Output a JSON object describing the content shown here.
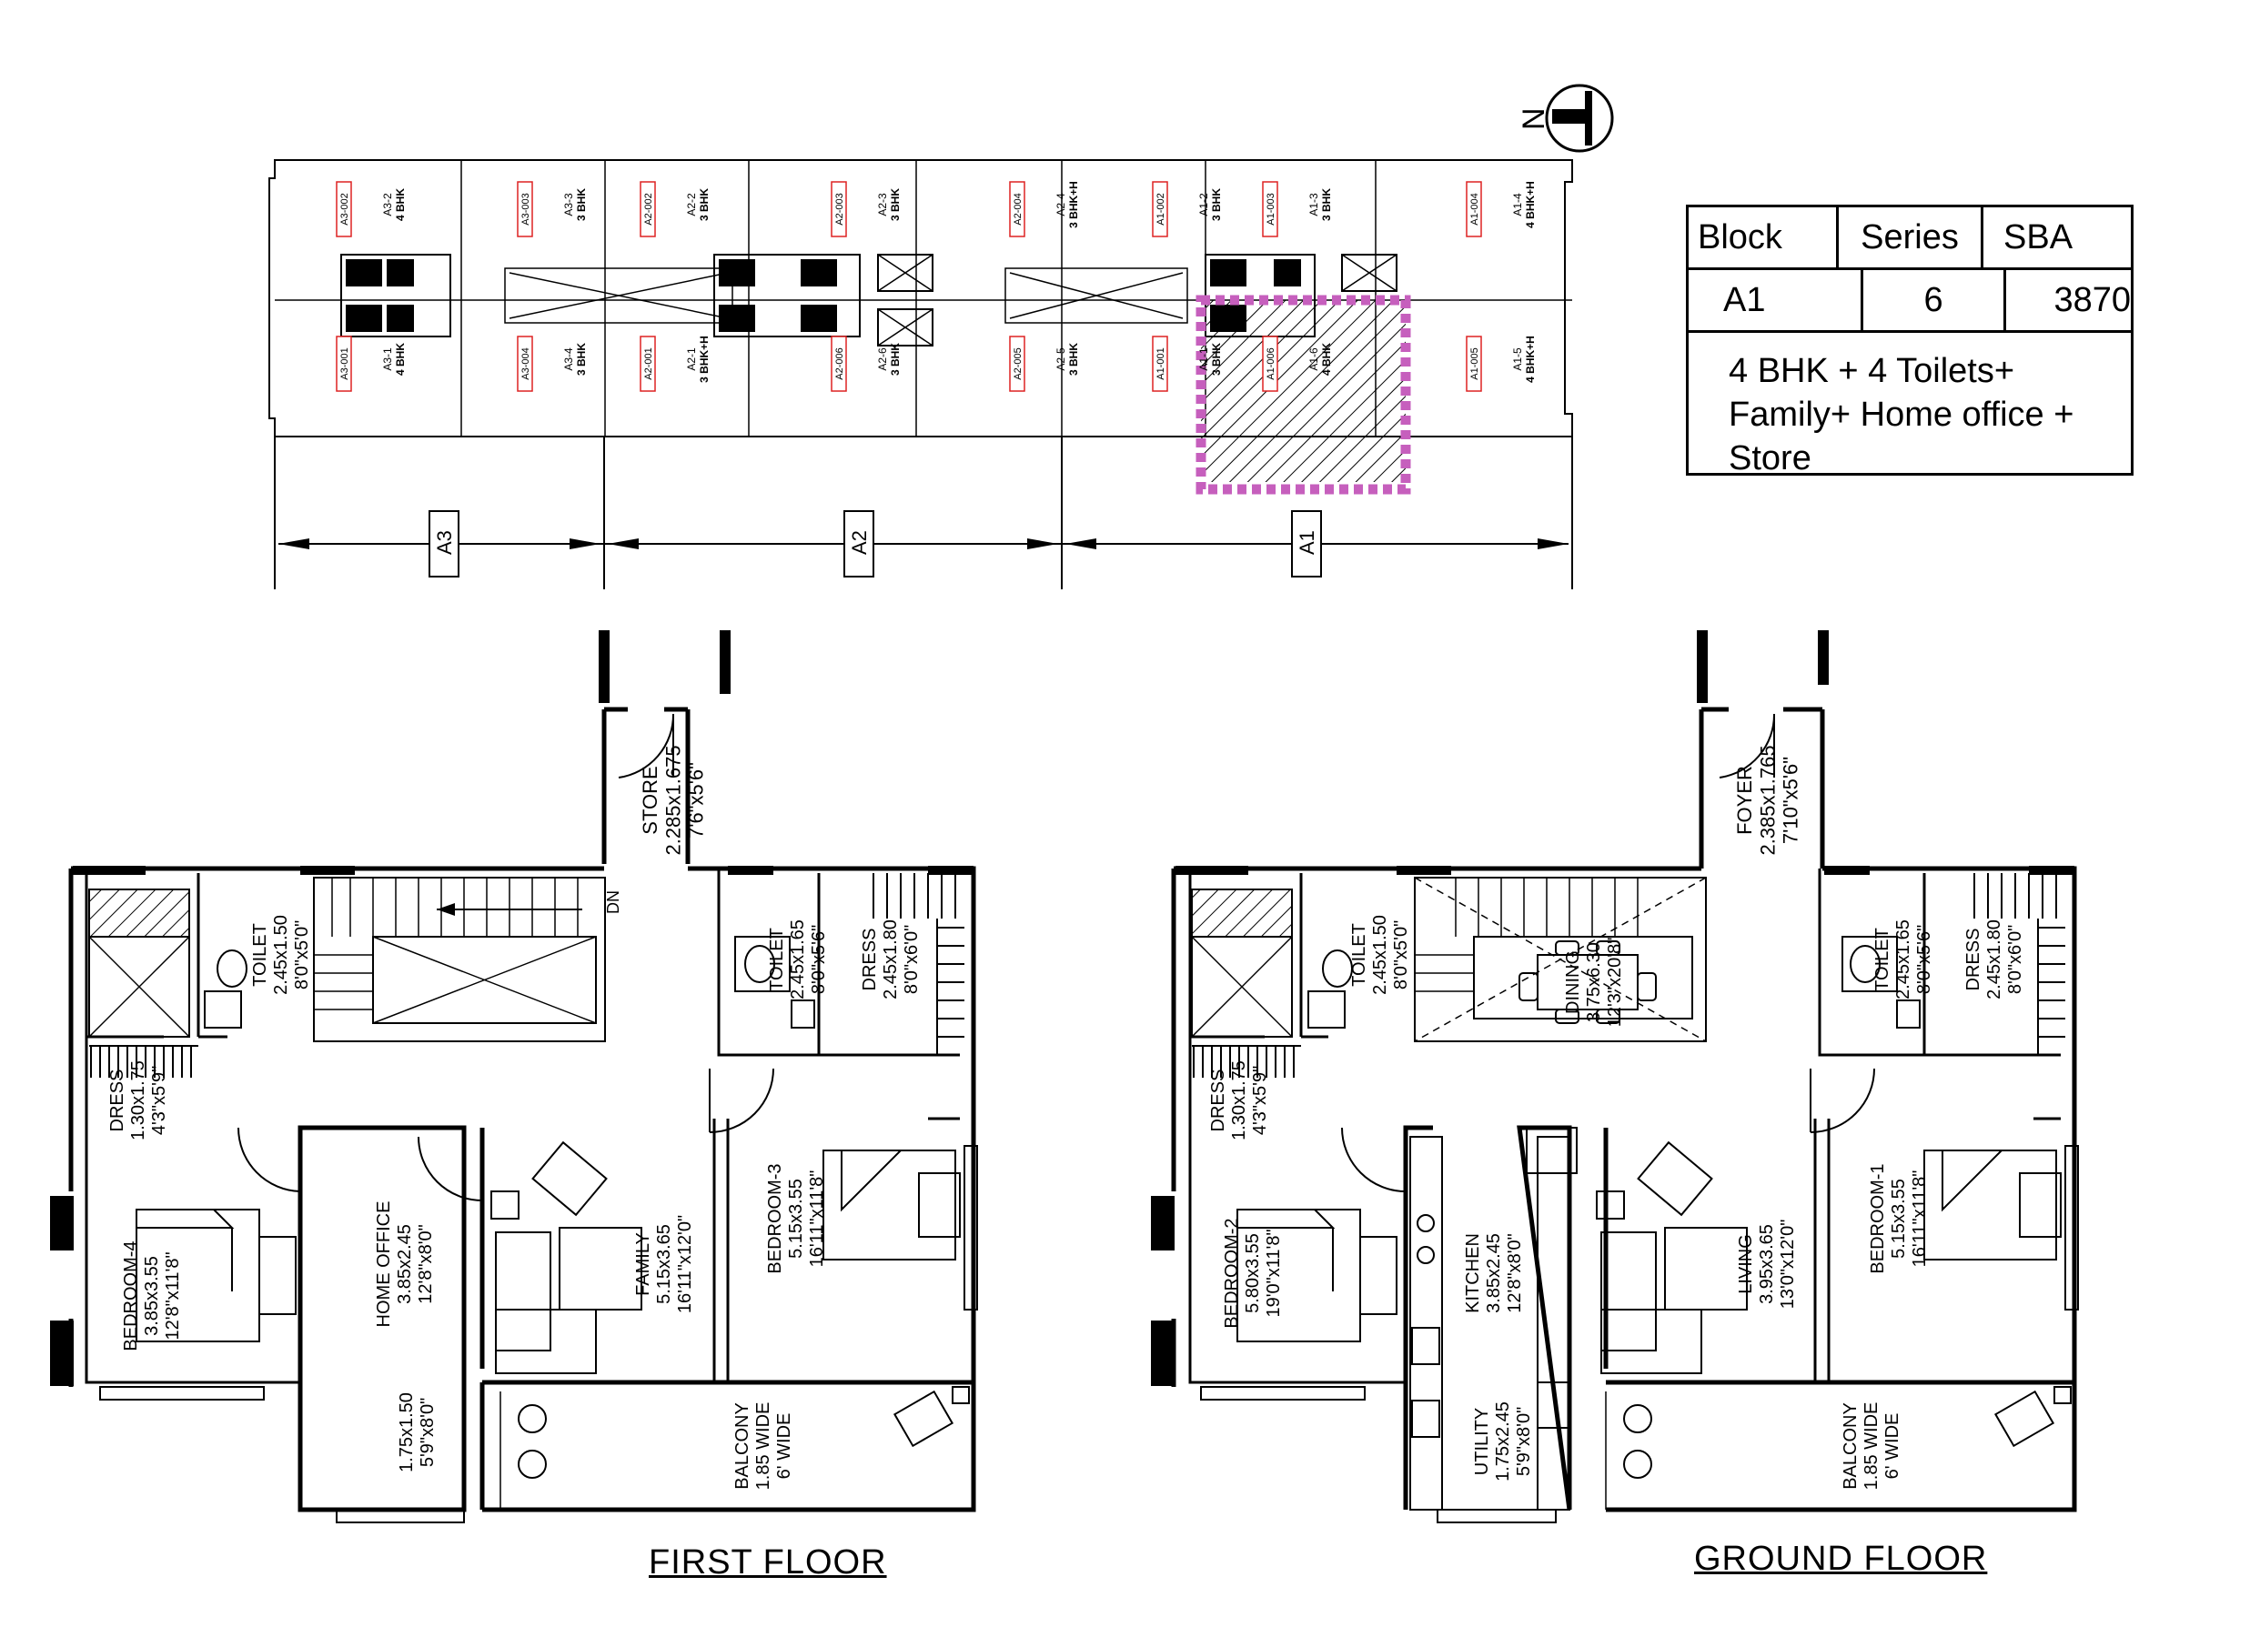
{
  "north_marker": "N",
  "key_plan": {
    "blocks": [
      "A3",
      "A2",
      "A1"
    ],
    "units": [
      {
        "code": "A3-002",
        "label": "A3-2",
        "type": "4 BHK"
      },
      {
        "code": "A3-003",
        "label": "A3-3",
        "type": "3 BHK"
      },
      {
        "code": "A2-002",
        "label": "A2-2",
        "type": "3 BHK"
      },
      {
        "code": "A2-003",
        "label": "A2-3",
        "type": "3 BHK"
      },
      {
        "code": "A2-004",
        "label": "A2-4",
        "type": "3 BHK+H"
      },
      {
        "code": "A1-002",
        "label": "A1-2",
        "type": "3 BHK"
      },
      {
        "code": "A1-003",
        "label": "A1-3",
        "type": "3 BHK"
      },
      {
        "code": "A1-004",
        "label": "A1-4",
        "type": "4 BHK+H"
      },
      {
        "code": "A3-001",
        "label": "A3-1",
        "type": "4 BHK"
      },
      {
        "code": "A3-004",
        "label": "A3-4",
        "type": "3 BHK"
      },
      {
        "code": "A2-001",
        "label": "A2-1",
        "type": "3 BHK+H"
      },
      {
        "code": "A2-006",
        "label": "A2-6",
        "type": "3 BHK"
      },
      {
        "code": "A2-005",
        "label": "A2-5",
        "type": "3 BHK"
      },
      {
        "code": "A1-001",
        "label": "A1-1",
        "type": "3 BHK"
      },
      {
        "code": "A1-006",
        "label": "A1-6",
        "type": "4 BHK"
      },
      {
        "code": "A1-005",
        "label": "A1-5",
        "type": "4 BHK+H"
      }
    ]
  },
  "info_table": {
    "headers": [
      "Block",
      "Series",
      "SBA"
    ],
    "values": [
      "A1",
      "6",
      "3870"
    ],
    "description": "4 BHK + 4 Toilets+ Family+ Home office + Store"
  },
  "first_floor": {
    "title": "FIRST FLOOR",
    "rooms": [
      {
        "name": "STORE",
        "size": "2.285x1.675",
        "imperial": "7'6\"x5'6\""
      },
      {
        "name": "TOILET",
        "size": "2.45x1.50",
        "imperial": "8'0\"x5'0\""
      },
      {
        "name": "TOILET",
        "size": "2.45x1.65",
        "imperial": "8'0\"x5'6\""
      },
      {
        "name": "DRESS",
        "size": "2.45x1.80",
        "imperial": "8'0\"x6'0\""
      },
      {
        "name": "DRESS",
        "size": "1.30x1.75",
        "imperial": "4'3\"x5'9\""
      },
      {
        "name": "BEDROOM-4",
        "size": "3.85x3.55",
        "imperial": "12'8\"x11'8\""
      },
      {
        "name": "HOME OFFICE",
        "size": "3.85x2.45",
        "imperial": "12'8\"x8'0\""
      },
      {
        "name": "FAMILY",
        "size": "5.15x3.65",
        "imperial": "16'11\"x12'0\""
      },
      {
        "name": "BEDROOM-3",
        "size": "5.15x3.55",
        "imperial": "16'11\"x11'8\""
      },
      {
        "name": "",
        "size": "1.75x1.50",
        "imperial": "5'9\"x8'0\""
      },
      {
        "name": "BALCONY",
        "size": "1.85 WIDE",
        "imperial": "6' WIDE"
      }
    ],
    "stair_note": "DN"
  },
  "ground_floor": {
    "title": "GROUND FLOOR",
    "rooms": [
      {
        "name": "FOYER",
        "size": "2.385x1.765",
        "imperial": "7'10\"x5'6\""
      },
      {
        "name": "TOILET",
        "size": "2.45x1.50",
        "imperial": "8'0\"x5'0\""
      },
      {
        "name": "DINING",
        "size": "3.75x6.30",
        "imperial": "12'3\"x20'8\""
      },
      {
        "name": "TOILET",
        "size": "2.45x1.65",
        "imperial": "8'0\"x5'6\""
      },
      {
        "name": "DRESS",
        "size": "2.45x1.80",
        "imperial": "8'0\"x6'0\""
      },
      {
        "name": "DRESS",
        "size": "1.30x1.75",
        "imperial": "4'3\"x5'9\""
      },
      {
        "name": "BEDROOM-2",
        "size": "5.80x3.55",
        "imperial": "19'0\"x11'8\""
      },
      {
        "name": "KITCHEN",
        "size": "3.85x2.45",
        "imperial": "12'8\"x8'0\""
      },
      {
        "name": "LIVING",
        "size": "3.95x3.65",
        "imperial": "13'0\"x12'0\""
      },
      {
        "name": "BEDROOM-1",
        "size": "5.15x3.55",
        "imperial": "16'11\"x11'8\""
      },
      {
        "name": "UTILITY",
        "size": "1.75x2.45",
        "imperial": "5'9\"x8'0\""
      },
      {
        "name": "BALCONY",
        "size": "1.85 WIDE",
        "imperial": "6' WIDE"
      }
    ]
  }
}
